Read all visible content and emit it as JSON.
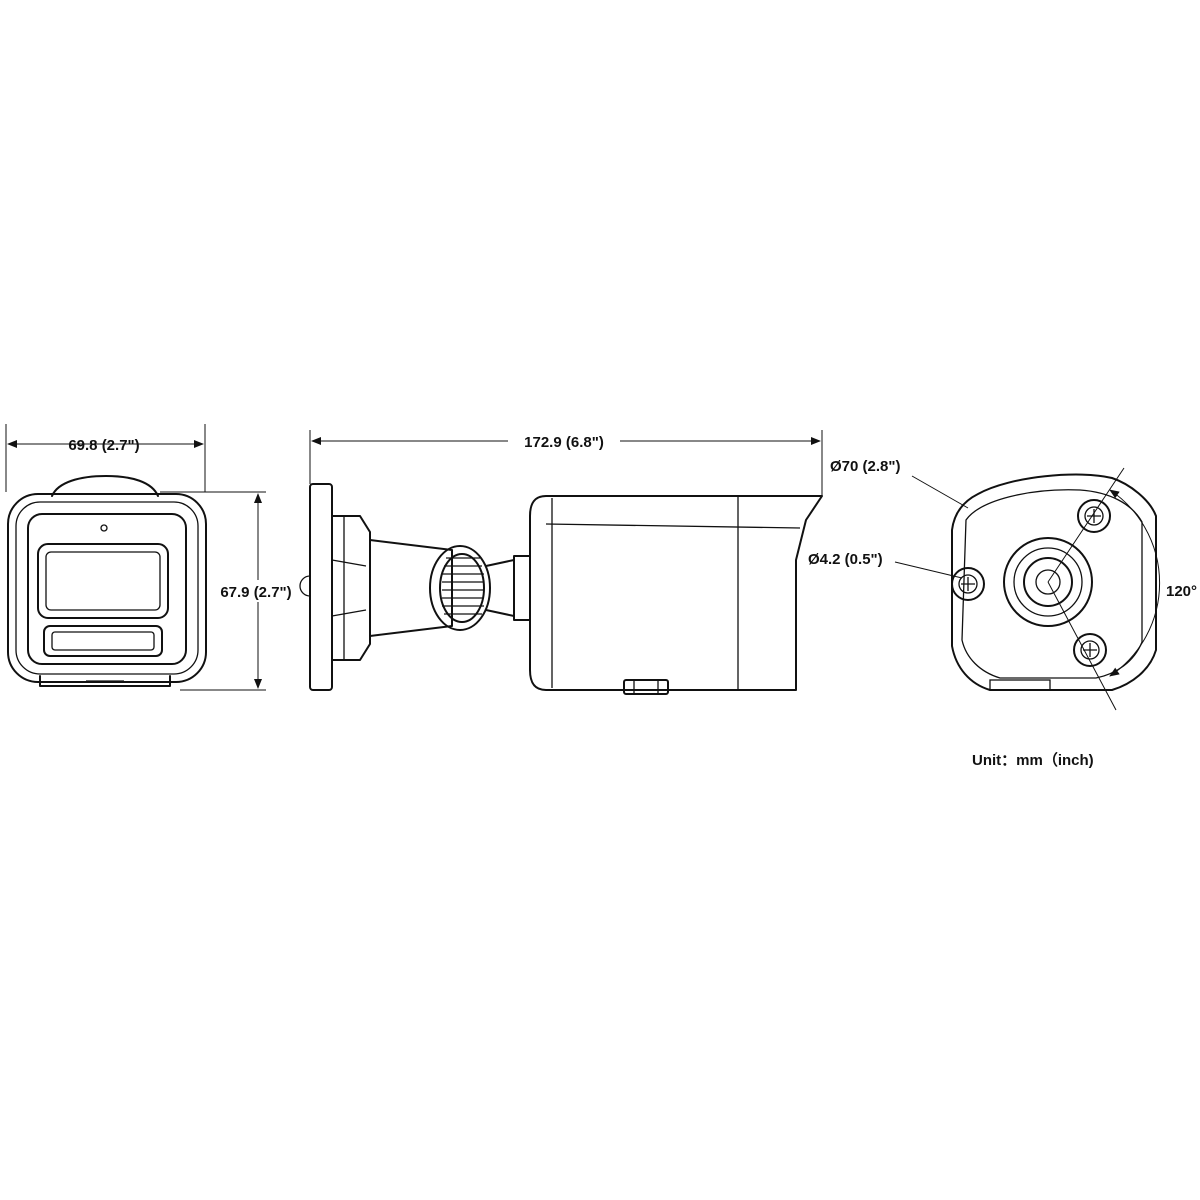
{
  "labels": {
    "width": "69.8 (2.7\")",
    "height": "67.9 (2.7\")",
    "length": "172.9 (6.8\")",
    "diameter_base": "Ø70 (2.8\")",
    "diameter_hole": "Ø4.2 (0.5\")",
    "angle": "120°",
    "unit": "Unit：mm（inch)"
  }
}
